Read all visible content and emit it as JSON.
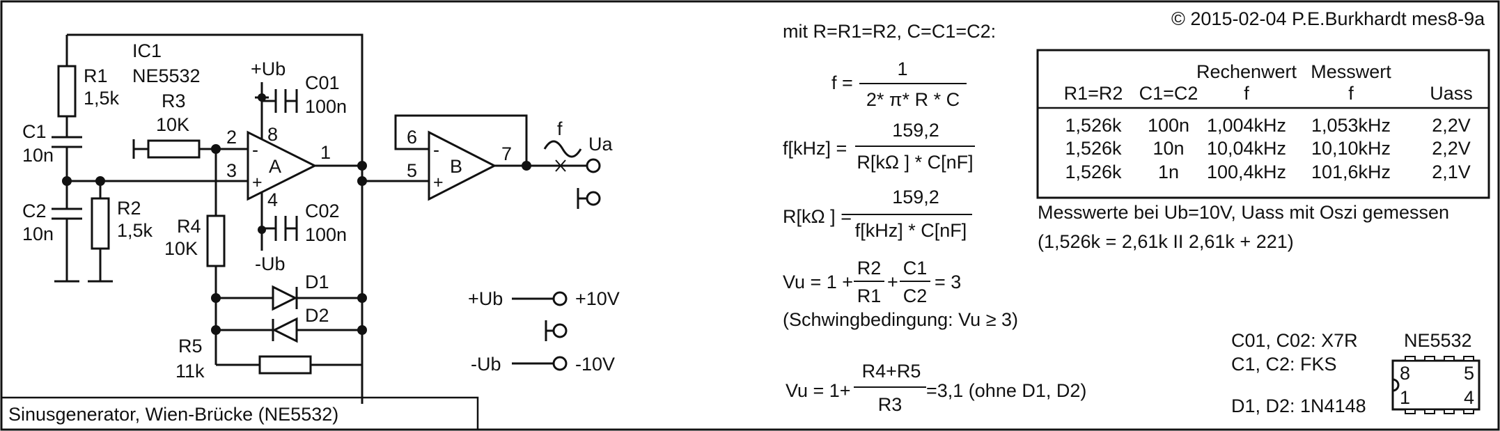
{
  "copyright": "© 2015-02-04 P.E.Burkhardt mes8-9a",
  "title_box": "Sinusgenerator, Wien-Brücke (NE5532)",
  "schematic": {
    "ic_name": "IC1",
    "ic_type": "NE5532",
    "r1_name": "R1",
    "r1_value": "1,5k",
    "r2_name": "R2",
    "r2_value": "1,5k",
    "r3_name": "R3",
    "r3_value": "10K",
    "r4_name": "R4",
    "r4_value": "10K",
    "r5_name": "R5",
    "r5_value": "11k",
    "c1_name": "C1",
    "c1_value": "10n",
    "c2_name": "C2",
    "c2_value": "10n",
    "c01_name": "C01",
    "c01_value": "100n",
    "c02_name": "C02",
    "c02_value": "100n",
    "d1_name": "D1",
    "d2_name": "D2",
    "opamp_a": "A",
    "opamp_b": "B",
    "pin_2": "2",
    "pin_3": "3",
    "pin_8": "8",
    "pin_4": "4",
    "pin_1": "1",
    "pin_6": "6",
    "pin_5": "5",
    "pin_7": "7",
    "plus_sign": "+",
    "minus_sign": "-",
    "supply_pos": "+Ub",
    "supply_neg": "-Ub",
    "out_freq": "f",
    "out_name": "Ua"
  },
  "supply": {
    "pos_label": "+Ub",
    "pos_value": "+10V",
    "neg_label": "-Ub",
    "neg_value": "-10V"
  },
  "formulas": {
    "intro": "mit R=R1=R2, C=C1=C2:",
    "f_lhs": "f =",
    "f_num": "1",
    "f_den": "2* π* R * C",
    "fk_lhs": "f[kHz] =",
    "fk_num": "159,2",
    "fk_den": "R[kΩ ] * C[nF]",
    "rk_lhs": "R[kΩ ] =",
    "rk_num": "159,2",
    "rk_den": "f[kHz] * C[nF]",
    "vu_lhs": "Vu = 1 +",
    "vu_n1": "R2",
    "vu_d1": "R1",
    "vu_plus": "+",
    "vu_n2": "C1",
    "vu_d2": "C2",
    "vu_rhs": "= 3",
    "cond": "(Schwingbedingung: Vu ≥ 3)",
    "vu2_lhs": "Vu = 1+",
    "vu2_num": "R4+R5",
    "vu2_den": "R3",
    "vu2_rhs": "=3,1 (ohne D1, D2)"
  },
  "table": {
    "headers": [
      {
        "top": "",
        "bottom": "R1=R2"
      },
      {
        "top": "",
        "bottom": "C1=C2"
      },
      {
        "top": "Rechenwert",
        "bottom": "f"
      },
      {
        "top": "Messwert",
        "bottom": "f"
      },
      {
        "top": "",
        "bottom": "Uass"
      }
    ],
    "rows": [
      [
        "1,526k",
        "100n",
        "1,004kHz",
        "1,053kHz",
        "2,2V"
      ],
      [
        "1,526k",
        "10n",
        "10,04kHz",
        "10,10kHz",
        "2,2V"
      ],
      [
        "1,526k",
        "1n",
        "100,4kHz",
        "101,6kHz",
        "2,1V"
      ]
    ]
  },
  "notes": {
    "line1": "Messwerte bei Ub=10V, Uass mit Oszi gemessen",
    "line2": "(1,526k = 2,61k II 2,61k + 221)"
  },
  "parts": {
    "c_type": "C01, C02: X7R",
    "c_fks": "C1, C2: FKS",
    "diodes": "D1, D2: 1N4148",
    "package_name": "NE5532",
    "pin8": "8",
    "pin5": "5",
    "pin1": "1",
    "pin4": "4"
  }
}
